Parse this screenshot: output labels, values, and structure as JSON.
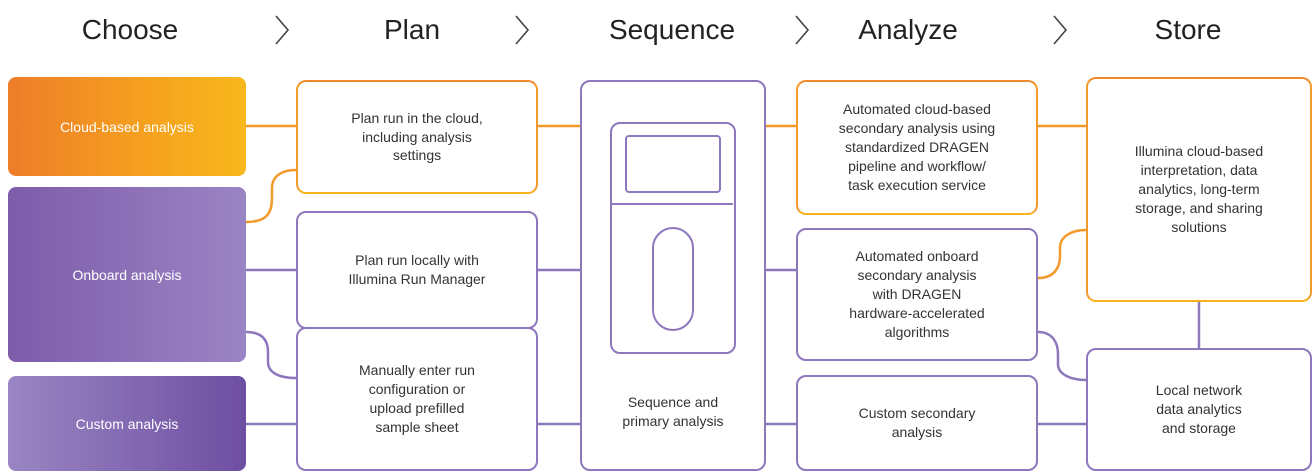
{
  "stages": [
    "Choose",
    "Plan",
    "Sequence",
    "Analyze",
    "Store"
  ],
  "icons": {
    "separator": "chevron-right-icon",
    "instrument": "sequencer-instrument-icon"
  },
  "colors": {
    "orange": "#f39a2a",
    "purple": "#8e78bd",
    "text": "#333333"
  },
  "choose": {
    "cloud": "Cloud-based analysis",
    "onboard": "Onboard analysis",
    "custom": "Custom analysis"
  },
  "plan": {
    "cloud": [
      "Plan run in the cloud,",
      "including analysis",
      "settings"
    ],
    "local": [
      "Plan run locally with",
      "Illumina Run Manager"
    ],
    "manual": [
      "Manually enter run",
      "configuration or",
      "upload prefilled",
      "sample sheet"
    ]
  },
  "sequence": {
    "label": [
      "Sequence and",
      "primary analysis"
    ]
  },
  "analyze": {
    "cloud": [
      "Automated cloud-based",
      "secondary analysis using",
      "standardized DRAGEN",
      "pipeline and workflow/",
      "task execution service"
    ],
    "onboard": [
      "Automated onboard",
      "secondary analysis",
      "with DRAGEN",
      "hardware-accelerated",
      "algorithms"
    ],
    "custom": [
      "Custom secondary",
      "analysis"
    ]
  },
  "store": {
    "cloud": [
      "Illumina cloud-based",
      "interpretation, data",
      "analytics, long-term",
      "storage, and sharing",
      "solutions"
    ],
    "local": [
      "Local network",
      "data analytics",
      "and storage"
    ]
  }
}
